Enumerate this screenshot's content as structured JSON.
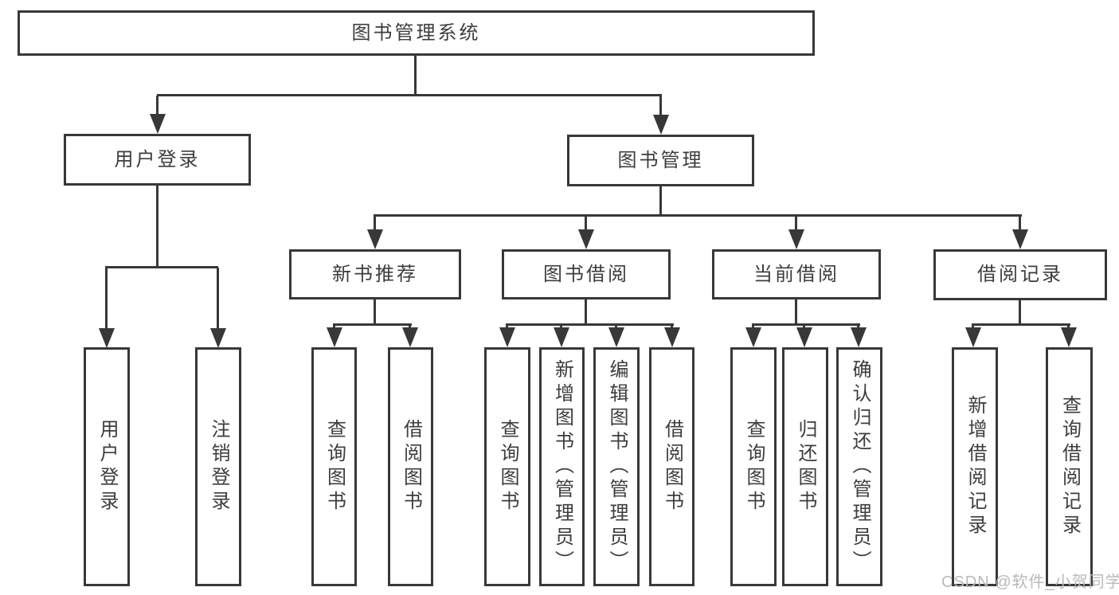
{
  "diagram": {
    "title": "图书管理系统",
    "root": {
      "label": "图书管理系统"
    },
    "level2": [
      {
        "label": "用户登录"
      },
      {
        "label": "图书管理"
      }
    ],
    "level3": [
      {
        "label": "新书推荐",
        "parent": "图书管理"
      },
      {
        "label": "图书借阅",
        "parent": "图书管理"
      },
      {
        "label": "当前借阅",
        "parent": "图书管理"
      },
      {
        "label": "借阅记录",
        "parent": "图书管理"
      }
    ],
    "leaves": [
      {
        "label": "用户登录",
        "parent": "用户登录"
      },
      {
        "label": "注销登录",
        "parent": "用户登录"
      },
      {
        "label": "查询图书",
        "parent": "新书推荐"
      },
      {
        "label": "借阅图书",
        "parent": "新书推荐"
      },
      {
        "label": "查询图书",
        "parent": "图书借阅"
      },
      {
        "label": "新增图书（管理员）",
        "parent": "图书借阅"
      },
      {
        "label": "编辑图书（管理员）",
        "parent": "图书借阅"
      },
      {
        "label": "借阅图书",
        "parent": "图书借阅"
      },
      {
        "label": "查询图书",
        "parent": "当前借阅"
      },
      {
        "label": "归还图书",
        "parent": "当前借阅"
      },
      {
        "label": "确认归还（管理员）",
        "parent": "当前借阅"
      },
      {
        "label": "新增借阅记录",
        "parent": "借阅记录"
      },
      {
        "label": "查询借阅记录",
        "parent": "借阅记录"
      }
    ]
  },
  "watermark": {
    "text": "CSDN @软件_小贺同学"
  },
  "colors": {
    "line": "#383838",
    "text": "#3d3d3d",
    "background": "#ffffff",
    "watermark": "#b9b9b9"
  }
}
